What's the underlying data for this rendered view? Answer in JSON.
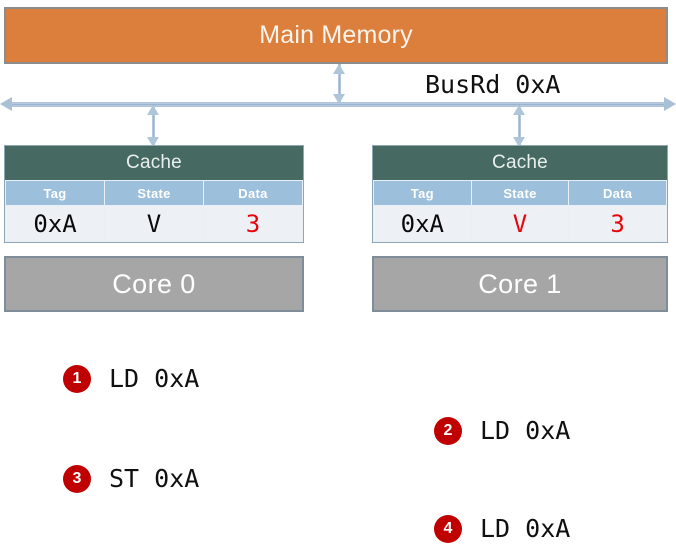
{
  "diagram": {
    "main_memory": {
      "label": "Main Memory",
      "color": "#DD7F3C"
    },
    "bus": {
      "message": "BusRd 0xA",
      "color": "#93AEC9"
    },
    "caches": [
      {
        "title": "Cache",
        "headers": [
          "Tag",
          "State",
          "Data"
        ],
        "row": {
          "tag": "0xA",
          "state": "V",
          "data": "3"
        },
        "highlight": {
          "tag": false,
          "state": false,
          "data": true
        },
        "core": "Core 0"
      },
      {
        "title": "Cache",
        "headers": [
          "Tag",
          "State",
          "Data"
        ],
        "row": {
          "tag": "0xA",
          "state": "V",
          "data": "3"
        },
        "highlight": {
          "tag": false,
          "state": true,
          "data": true
        },
        "core": "Core 1"
      }
    ],
    "colors": {
      "memory": "#DD7F3C",
      "cache_header": "#466A62",
      "table_header": "#9CBFDC",
      "core": "#A6A6A6",
      "badge": "#C00000",
      "highlight_text": "#E8050A"
    }
  },
  "steps": [
    {
      "number": "1",
      "text": "LD 0xA"
    },
    {
      "number": "2",
      "text": "LD 0xA"
    },
    {
      "number": "3",
      "text": "ST 0xA"
    },
    {
      "number": "4",
      "text": "LD 0xA"
    }
  ]
}
